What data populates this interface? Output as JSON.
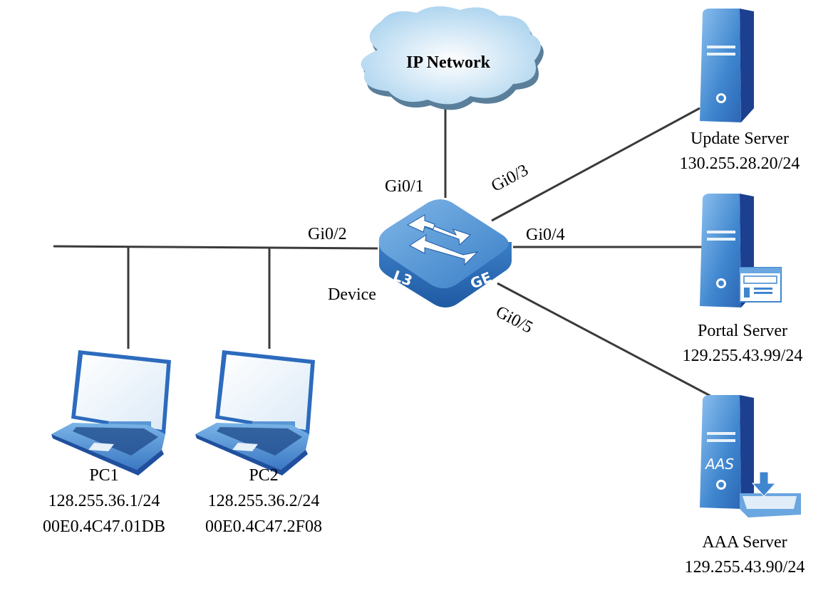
{
  "cloud": {
    "label": "IP Network"
  },
  "device": {
    "label": "Device",
    "badge_left": "L3",
    "badge_right": "GE"
  },
  "ports": {
    "gi01": "Gi0/1",
    "gi02": "Gi0/2",
    "gi03": "Gi0/3",
    "gi04": "Gi0/4",
    "gi05": "Gi0/5"
  },
  "servers": [
    {
      "name": "Update Server",
      "ip": "130.255.28.20/24"
    },
    {
      "name": "Portal Server",
      "ip": "129.255.43.99/24"
    },
    {
      "name": "AAA Server",
      "ip": "129.255.43.90/24",
      "badge": "AAS"
    }
  ],
  "pcs": [
    {
      "name": "PC1",
      "ip": "128.255.36.1/24",
      "mac": "00E0.4C47.01DB"
    },
    {
      "name": "PC2",
      "ip": "128.255.36.2/24",
      "mac": "00E0.4C47.2F08"
    }
  ],
  "colors": {
    "line": "#3a3a3a",
    "device_top": "#5b9bd5",
    "device_side": "#2f6fb5",
    "server_front": "#4f8fd0",
    "server_side": "#1c3f8f",
    "cloud": "#bcdcf0"
  }
}
